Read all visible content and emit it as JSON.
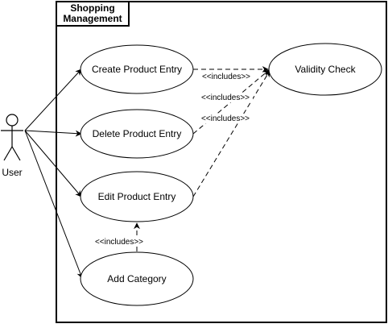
{
  "system": {
    "title_line1": "Shopping",
    "title_line2": "Management"
  },
  "actor": {
    "label": "User"
  },
  "use_cases": {
    "create": "Create Product Entry",
    "delete": "Delete Product Entry",
    "edit": "Edit Product Entry",
    "add_category": "Add Category",
    "validity": "Validity Check"
  },
  "relations": {
    "include_create": "<<includes>>",
    "include_delete": "<<includes>>",
    "include_edit": "<<includes>>",
    "include_add_category": "<<includes>>"
  },
  "colors": {
    "stroke": "#000000",
    "fill": "#ffffff"
  }
}
